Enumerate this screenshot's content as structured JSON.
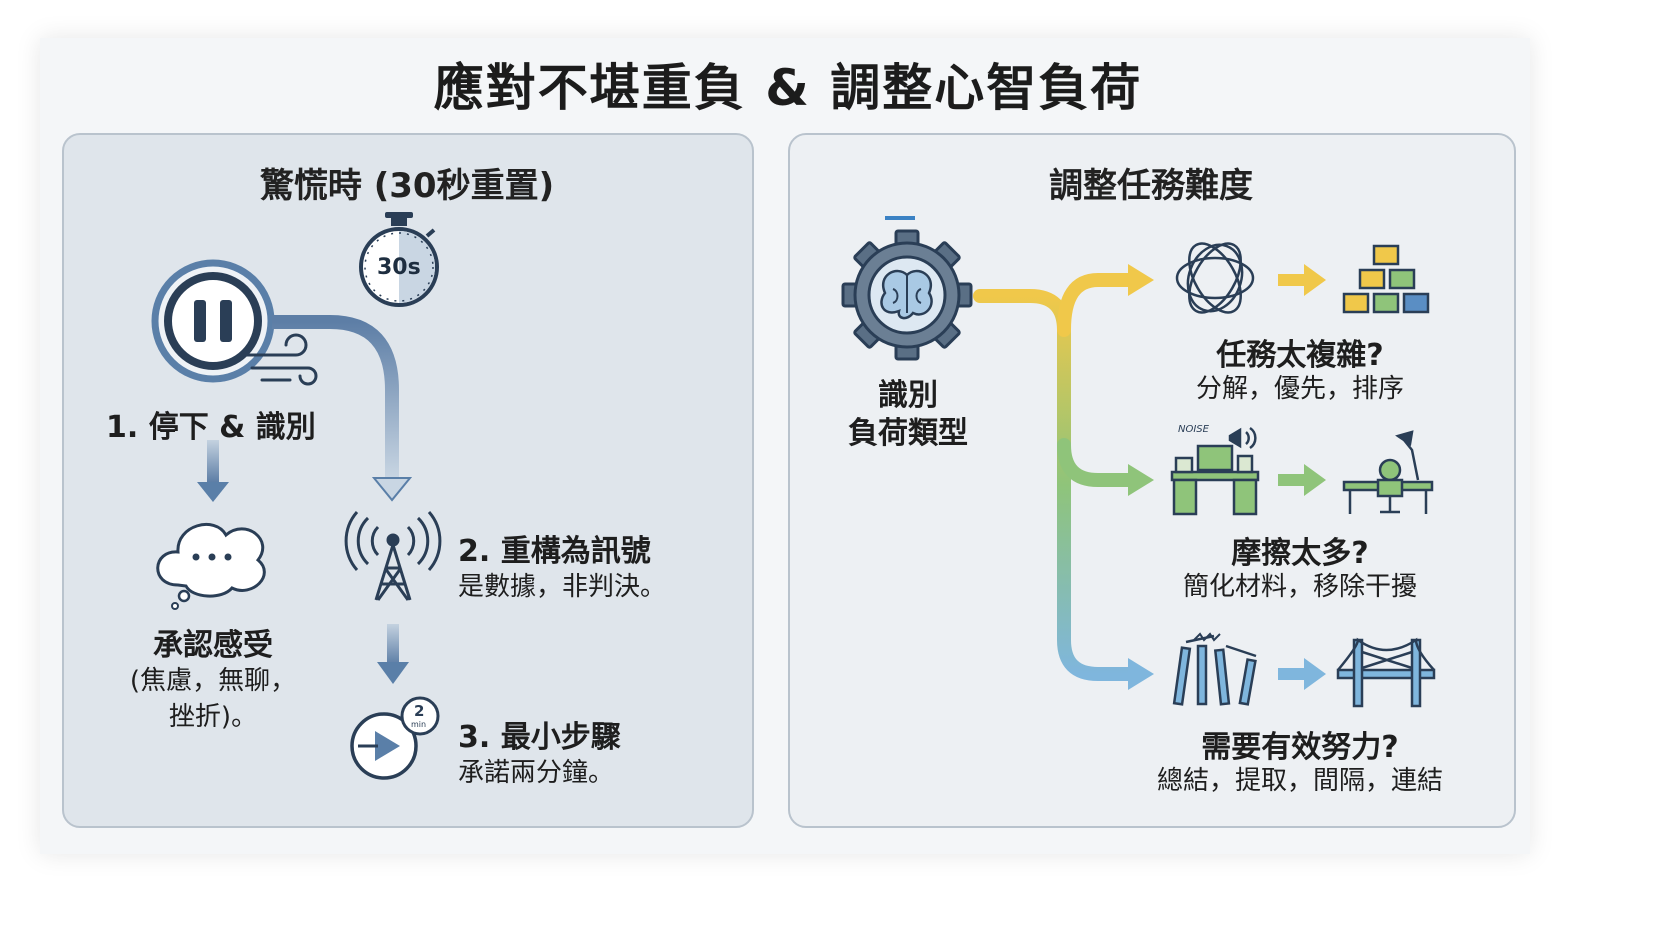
{
  "title": "應對不堪重負 & 調整心智負荷",
  "left_panel": {
    "title": "驚慌時 (30秒重置)",
    "timer_label": "30s",
    "step1": {
      "label": "1. 停下 & 識別"
    },
    "acknowledge": {
      "title": "承認感受",
      "line1": "(焦慮，無聊，",
      "line2": "挫折)。"
    },
    "step2": {
      "title": "2. 重構為訊號",
      "desc": "是數據，非判決。"
    },
    "step3": {
      "title": "3. 最小步驟",
      "desc": "承諾兩分鐘。",
      "badge_num": "2",
      "badge_unit": "min"
    }
  },
  "right_panel": {
    "title": "調整任務難度",
    "source": {
      "line1": "識別",
      "line2": "負荷類型"
    },
    "branches": [
      {
        "title": "任務太複雜?",
        "desc": "分解，優先，排序",
        "color": "#f0c84a"
      },
      {
        "title": "摩擦太多?",
        "desc": "簡化材料，移除干擾",
        "color": "#8fc47a"
      },
      {
        "title": "需要有效努力?",
        "desc": "總結，提取，間隔，連結",
        "color": "#7fb6dd"
      }
    ],
    "noise_label": "NOISE"
  },
  "colors": {
    "accent_blue": "#5a7fa8",
    "dark_navy": "#2a3e56",
    "yellow": "#f0c84a",
    "green": "#8fc47a",
    "blue": "#7fb6dd"
  },
  "icons": [
    "pause-icon",
    "wind-icon",
    "stopwatch-icon",
    "thought-bubble-icon",
    "signal-tower-icon",
    "play-icon",
    "brain-gear-icon",
    "tangled-yarn-icon",
    "stacked-blocks-icon",
    "cluttered-desk-icon",
    "clean-desk-icon",
    "broken-bridge-icon",
    "bridge-icon"
  ]
}
